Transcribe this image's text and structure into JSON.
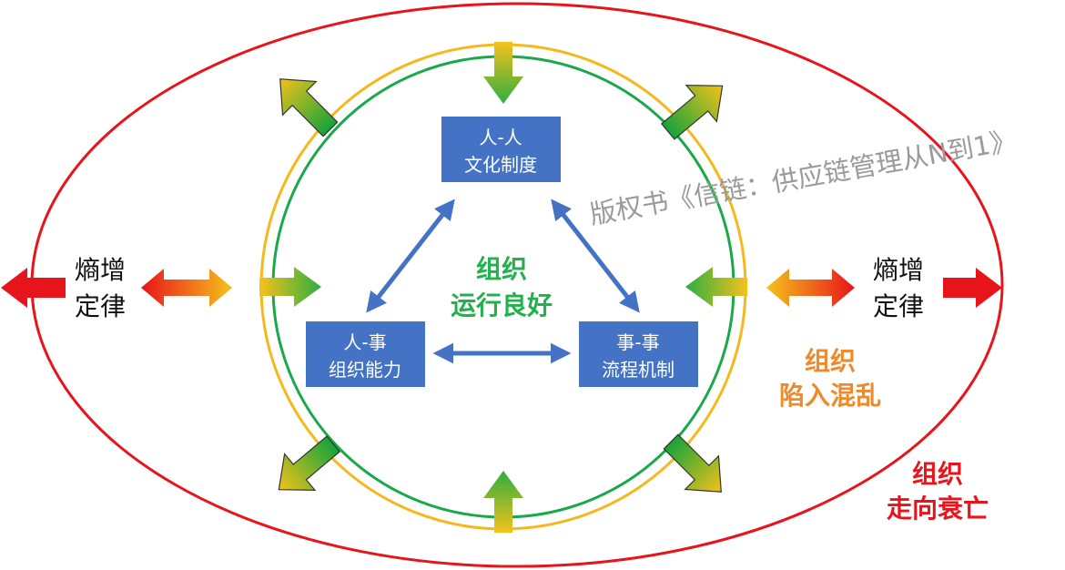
{
  "nodes": {
    "culture": {
      "line1": "人-人",
      "line2": "文化制度"
    },
    "capability": {
      "line1": "人-事",
      "line2": "组织能力"
    },
    "process": {
      "line1": "事-事",
      "line2": "流程机制"
    }
  },
  "center_label": {
    "line1": "组织",
    "line2": "运行良好"
  },
  "entropy_left": {
    "line1": "熵增",
    "line2": "定律"
  },
  "entropy_right": {
    "line1": "熵增",
    "line2": "定律"
  },
  "chaos_label": {
    "line1": "组织",
    "line2": "陷入混乱"
  },
  "decline_label": {
    "line1": "组织",
    "line2": "走向衰亡"
  },
  "watermark": "版权书《信链：供应链管理从N到1》",
  "colors": {
    "box_fill": "#4472c4",
    "link_arrow": "#4472c4",
    "healthy_green": "#22b14c",
    "chaos_orange": "#ee8a2a",
    "decline_red": "#e8141b",
    "yellow_ring": "#f5b81d",
    "green_ring": "#19a84a",
    "red_ellipse": "#e8141b"
  },
  "icons": {
    "inward_arrow": "gradient-arrow-inward",
    "outward_arrow": "gradient-arrow-outward",
    "double_arrow": "double-headed-arrow"
  }
}
